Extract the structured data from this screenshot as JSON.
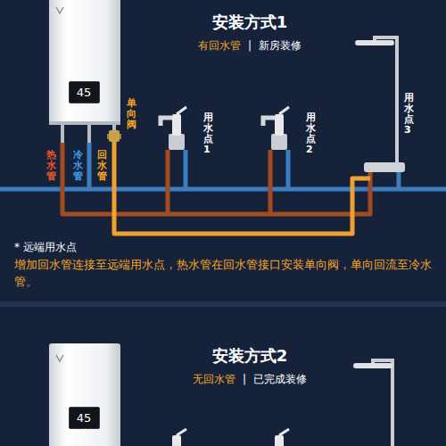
{
  "diagram": {
    "nodes": [
      {
        "text": [
          "45"
        ]
      },
      {
        "text": [
          "45"
        ]
      }
    ],
    "labels": [
      "安装方式1",
      "有回水管",
      "|",
      "新房装修",
      "单向阀",
      "热水管",
      "冷水管",
      "回水管",
      "用水点1",
      "用水点2",
      "用水点3",
      "* 远端用水点",
      "增加回水管连接至远端用水点，热水管在回水管接口安装单向阀，单向回流至冷水管。",
      "安装方式2",
      "无回水管",
      "|",
      "已完成装修"
    ]
  }
}
